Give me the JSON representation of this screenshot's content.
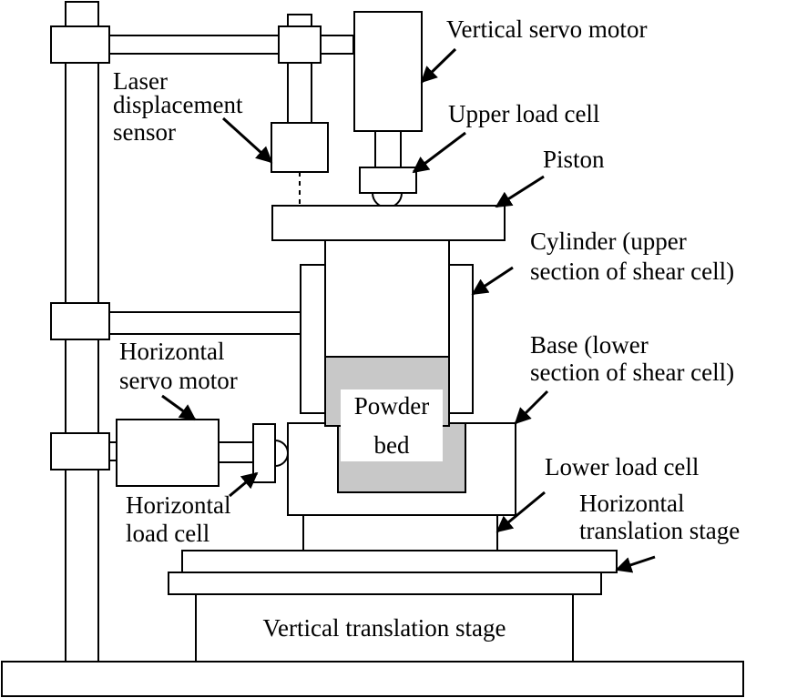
{
  "labels": {
    "vertical_servo_motor": "Vertical servo motor",
    "laser_line1": "Laser",
    "laser_line2": "displacement",
    "laser_line3": "sensor",
    "upper_load_cell": "Upper load cell",
    "piston": "Piston",
    "cylinder_line1": "Cylinder (upper",
    "cylinder_line2": "section of shear cell)",
    "base_line1": "Base (lower",
    "base_line2": "section of shear cell)",
    "horizontal_servo_line1": "Horizontal",
    "horizontal_servo_line2": "servo motor",
    "powder_line1": "Powder",
    "powder_line2": "bed",
    "horizontal_load_line1": "Horizontal",
    "horizontal_load_line2": "load cell",
    "lower_load_cell": "Lower load cell",
    "horizontal_stage_line1": "Horizontal",
    "horizontal_stage_line2": "translation stage",
    "vertical_stage": "Vertical translation stage"
  },
  "colors": {
    "powder_fill": "#c8c8c8",
    "stroke": "#000000",
    "background": "#ffffff"
  }
}
